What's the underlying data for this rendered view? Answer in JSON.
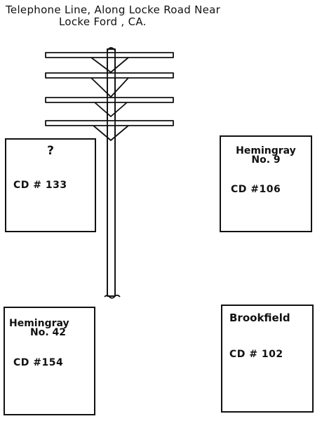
{
  "title": {
    "line1": "Telephone Line, Along Locke Road Near",
    "line2": "Locke Ford , CA."
  },
  "boxes": {
    "top_left": {
      "maker": "?",
      "cd": "CD # 133"
    },
    "top_right": {
      "maker_line1": "Hemingray",
      "maker_line2": "No. 9",
      "cd": "CD #106"
    },
    "bottom_left": {
      "maker_line1": "Hemingray",
      "maker_line2": "No. 42",
      "cd": "CD #154"
    },
    "bottom_right": {
      "maker": "Brookfield",
      "cd": "CD # 102"
    }
  }
}
